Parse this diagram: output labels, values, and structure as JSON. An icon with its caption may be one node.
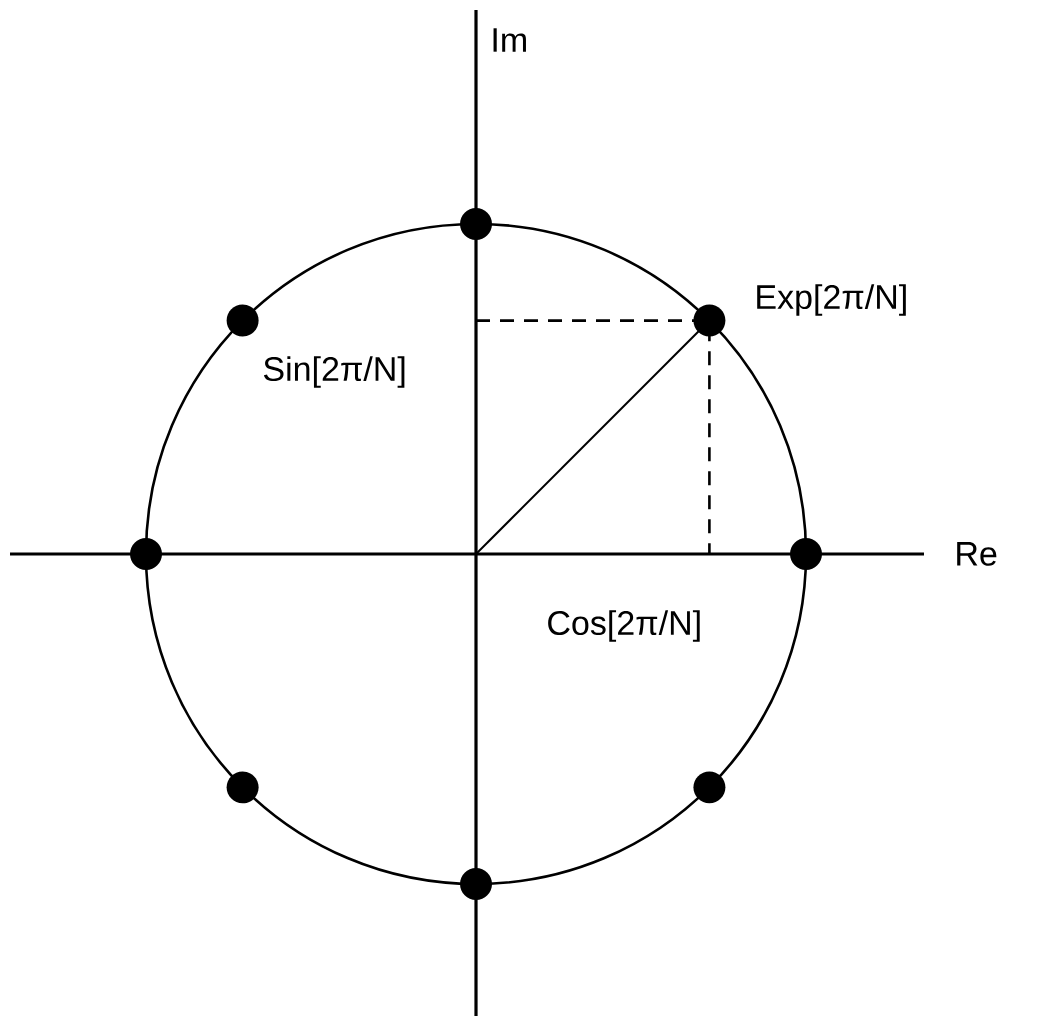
{
  "diagram": {
    "labels": [
      "Im",
      "Exp[2π/N]",
      "Sin[2π/N]",
      "Re",
      "Cos[2π/N]"
    ]
  }
}
